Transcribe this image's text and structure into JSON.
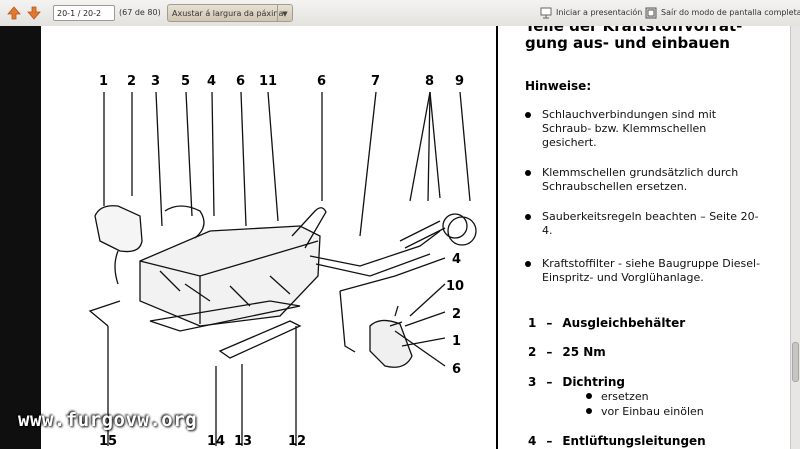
{
  "toolbar": {
    "page_field": "20-1 / 20-2",
    "page_count": "(67 de 80)",
    "zoom": "Axustar á largura da páxina",
    "start_presentation": "Iniciar a presentación",
    "exit_fullscreen": "Saír do modo de pantalla completa",
    "icons": [
      "arrow-up-icon",
      "arrow-down-icon",
      "presentation-icon",
      "fullscreen-icon"
    ]
  },
  "page": {
    "title_line1": "Teile der Kraftstoffvorrat-",
    "title_line2": "gung aus- und einbauen",
    "hinweise": "Hinweise:",
    "notes": [
      "Schlauchverbindungen sind mit Schraub- bzw. Klemmschellen gesichert.",
      "Klemmschellen grundsätzlich durch Schraubschellen ersetzen.",
      "Sauberkeitsregeln beachten – Seite 20-4.",
      "Kraftstoffilter - siehe Baugruppe Diesel-Einspritz- und Vorglühanlage."
    ],
    "items": [
      {
        "num": "1",
        "text": "Ausgleichbehälter"
      },
      {
        "num": "2",
        "text": "25 Nm"
      },
      {
        "num": "3",
        "text": "Dichtring"
      },
      {
        "num": "4",
        "text": "Entlüftungsleitungen"
      }
    ],
    "item3_sub": [
      "ersetzen",
      "vor Einbau einölen"
    ]
  },
  "diagram": {
    "top_labels": [
      "1",
      "2",
      "3",
      "5",
      "4",
      "6",
      "11",
      "6",
      "7",
      "8",
      "9"
    ],
    "right_labels": [
      "4",
      "10",
      "2",
      "1",
      "6"
    ],
    "bottom_labels": [
      "15",
      "14",
      "13",
      "12"
    ]
  },
  "watermark": "www.furgovw.org"
}
